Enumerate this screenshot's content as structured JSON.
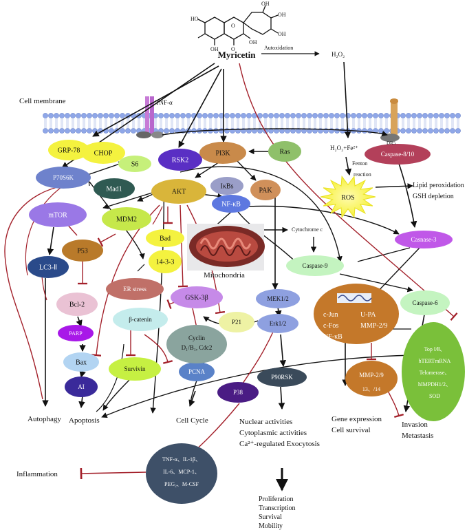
{
  "title": "Myricetin",
  "autoxidation": "Autoxidation",
  "h2o2": "H₂O₂",
  "h2o2_fe": "H₂O₂+Fe²⁺",
  "fenton_reaction": "Fenton reaction",
  "cell_membrane": "Cell membrane",
  "tnf_alpha": "TNF-α",
  "dr5": "DR5",
  "nodes": {
    "grp78": "GRP-78",
    "chop": "CHOP",
    "s6": "S6",
    "rsk2": "RSK2",
    "pi3k": "PI3K",
    "ras": "Ras",
    "caspase810": "Caspase-8/10",
    "p70s6k": "P70S6K",
    "mad1": "Mad1",
    "akt": "AKT",
    "ikbs": "IκBs",
    "pak": "PAK",
    "nfkb": "NF-κB",
    "ros": "ROS",
    "mtor": "mTOR",
    "mdm2": "MDM2",
    "bad": "Bad",
    "p53": "P53",
    "casp3": "Casnase-3",
    "n14_3_3": "14-3-3",
    "casp9": "Caspase-9",
    "lc3": "LC3-Ⅱ",
    "er_stress": "ER stress",
    "gsk3b": "GSK-3β",
    "mek": "MEK1/2",
    "casp6": "Caspase-6",
    "bcl2": "Bcl-2",
    "parp": "PARP",
    "bcatenin": "β-catenin",
    "p21": "P21",
    "erk": "Erk1/2",
    "bax": "Bax",
    "ai": "AI",
    "survivin": "Survivin",
    "pcna": "PCNA",
    "p38": "P38",
    "p90rsk": "P90RSK",
    "mmp_inner": "MMP-2/9",
    "mmp_inner2": "13、/14"
  },
  "cyclin": [
    "Cyclin",
    "D₁/B₁, Cdc2"
  ],
  "big_complex": [
    "c-Jun",
    "U-PA",
    "c-Fos",
    "MMP-2/9",
    "NF-κB"
  ],
  "green_complex": [
    "Top Ⅰ/Ⅱ、",
    "hTERTmRNA",
    "Telomerase、",
    "hIMPDH1/2、",
    "SOD"
  ],
  "cytokines": [
    "TNF-α、IL-1β、",
    "IL-6、MCP-1、",
    "PEG₂、M-CSF"
  ],
  "mitochondria": "Mitochondria",
  "cytochrome_c": "Cytochrome c",
  "lipid_peroxidation": "Lipid peroxidation",
  "gsh_depletion": "GSH depletion",
  "autophagy": "Autophagy",
  "apoptosis": "Apoptosis",
  "cell_cycle": "Cell Cycle",
  "nuclear": [
    "Nuclear activities",
    "Cytoplasmic activities",
    "Ca²⁺-regulated Exocytosis"
  ],
  "gene_expression": [
    "Gene expression",
    "Cell survival"
  ],
  "invasion": [
    "Invasion",
    "Metastasis"
  ],
  "inflammation": "Inflammation",
  "proliferation": [
    "Proliferation",
    "Transcription",
    "Survival",
    "Mobility"
  ],
  "colors": {
    "arrow": "#111111",
    "inhibit": "#a3202a",
    "membrane": "#8fa7e8"
  }
}
